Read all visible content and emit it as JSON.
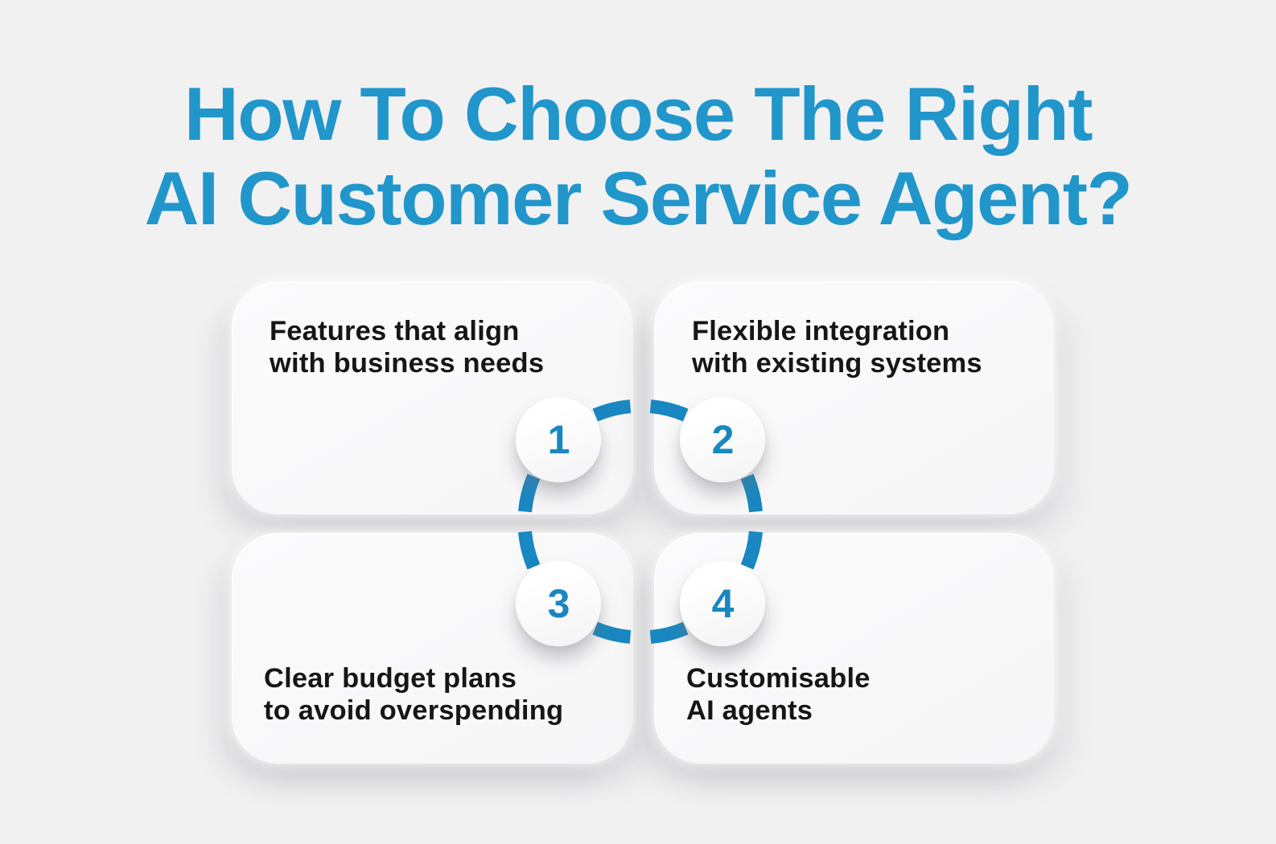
{
  "infographic": {
    "title_line1": "How To Choose The Right",
    "title_line2": "AI Customer Service Agent?"
  },
  "steps": [
    {
      "number": "1",
      "line1": "Features that align",
      "line2": "with business needs"
    },
    {
      "number": "2",
      "line1": "Flexible integration",
      "line2": "with existing systems"
    },
    {
      "number": "3",
      "line1": "Clear budget plans",
      "line2": "to avoid overspending"
    },
    {
      "number": "4",
      "line1": "Customisable",
      "line2": "AI agents"
    }
  ],
  "colors": {
    "title_blue": "#2196cb",
    "accent_blue": "#1987c1",
    "background": "#f1f1f2",
    "card_background": "#f8f8f9",
    "text_dark": "#161616"
  }
}
